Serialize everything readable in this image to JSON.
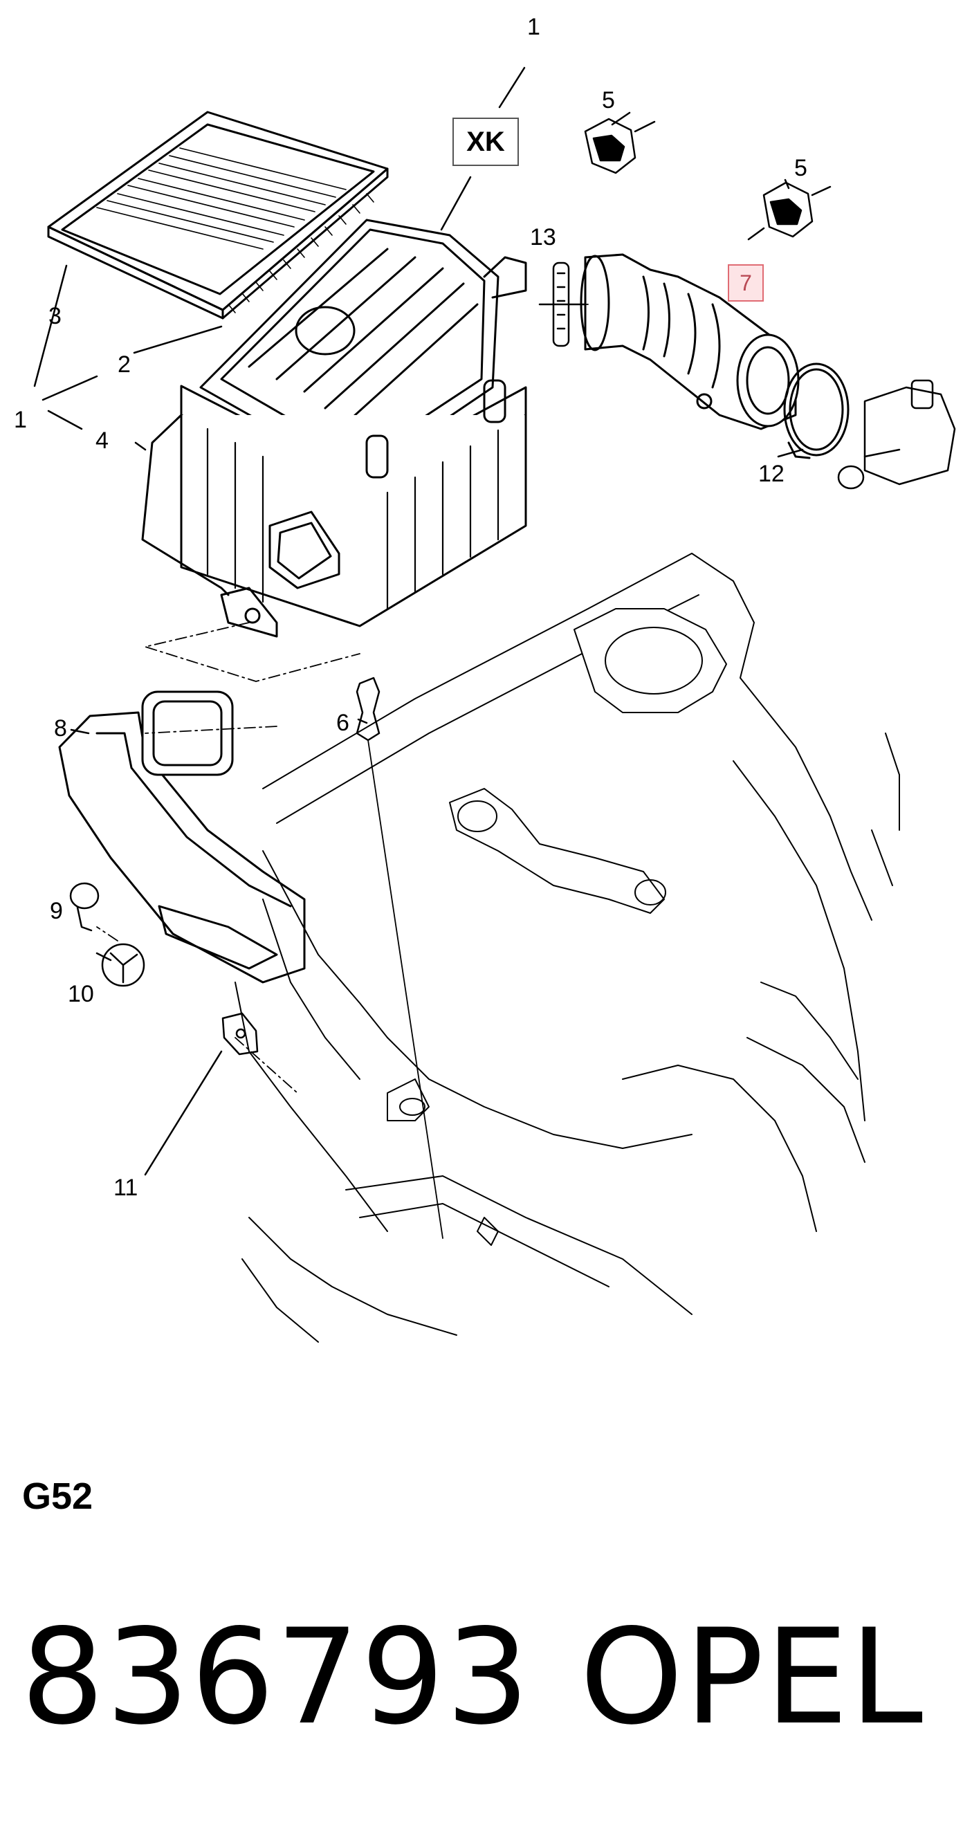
{
  "diagram": {
    "callouts": {
      "c1_top": "1",
      "c5_a": "5",
      "c5_b": "5",
      "c13": "13",
      "c3": "3",
      "c2": "2",
      "c1_left": "1",
      "c4": "4",
      "c12": "12",
      "c8": "8",
      "c6": "6",
      "c9": "9",
      "c10": "10",
      "c11": "11"
    },
    "boxed_labels": {
      "xk": "XK",
      "highlighted": "7"
    },
    "highlight_color": "#e06b73"
  },
  "footer": {
    "group_code": "G52",
    "part_number": "836793",
    "brand": "OPEL"
  }
}
